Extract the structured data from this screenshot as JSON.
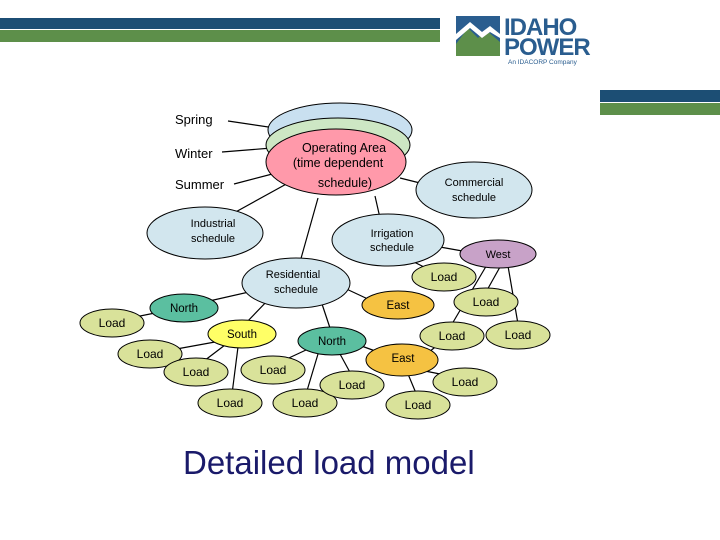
{
  "brand": {
    "logo_word_1": "IDAHO",
    "logo_word_2": "POWER",
    "logo_tagline": "An IDACORP Company"
  },
  "seasons": [
    "Spring",
    "Winter",
    "Summer"
  ],
  "title": "Detailed load model",
  "nodes": {
    "operating_area": [
      "Operating Area",
      "(time dependent",
      "schedule)"
    ],
    "commercial": [
      "Commercial",
      "schedule"
    ],
    "industrial": [
      "Industrial",
      "schedule"
    ],
    "irrigation": [
      "Irrigation",
      "schedule"
    ],
    "residential": [
      "Residential",
      "schedule"
    ],
    "west": "West",
    "north_1": "North",
    "east_1": "East",
    "south": "South",
    "north_2": "North",
    "east_2": "East",
    "load": "Load"
  },
  "colors": {
    "band_blue": "#1c4e74",
    "band_green": "#5d8f4a",
    "operating_area": "#ff99aa",
    "commercial": "#d2e6ee",
    "industrial": "#d2e6ee",
    "irrigation": "#d2e6ee",
    "residential": "#d2e6ee",
    "west": "#c8a2c8",
    "north": "#5bbfa0",
    "east": "#f5c242",
    "south": "#ffff66",
    "load": "#d9e29a"
  }
}
